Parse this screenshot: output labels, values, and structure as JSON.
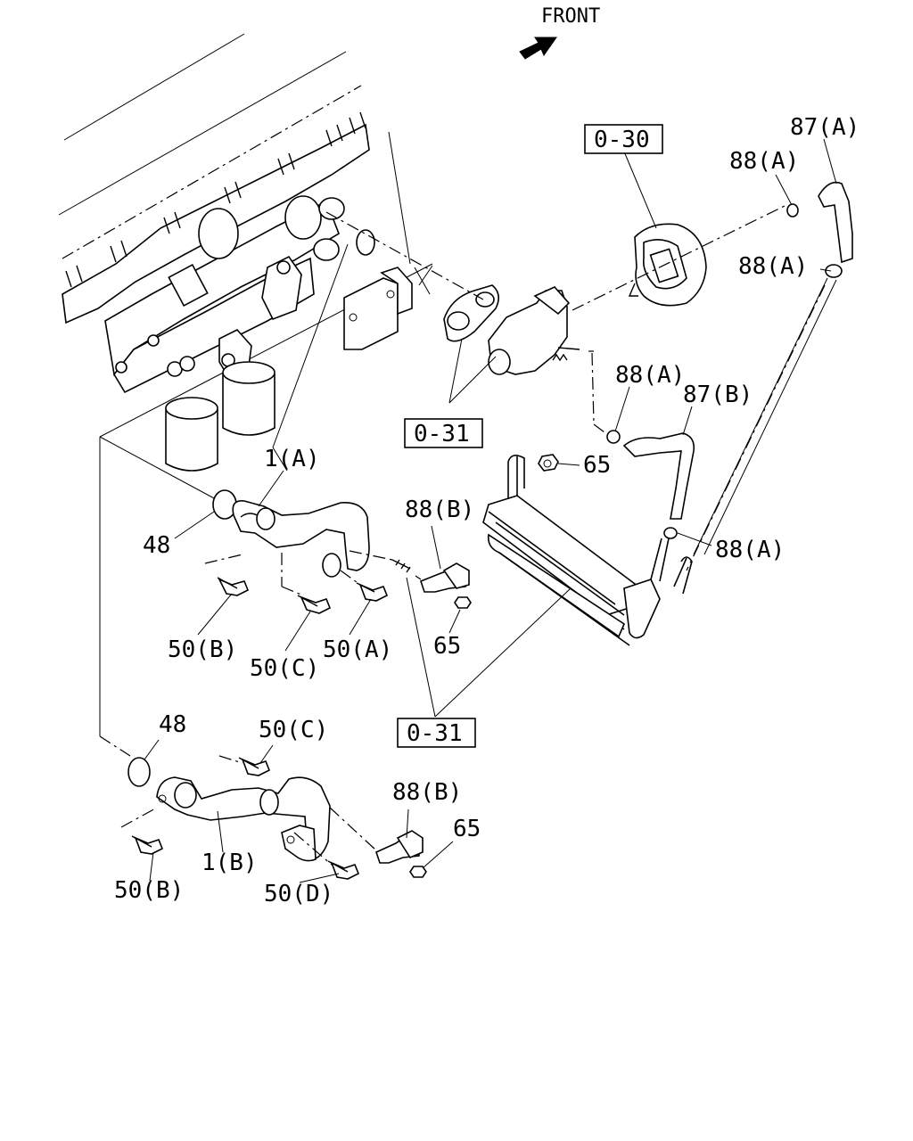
{
  "header": {
    "front_label": "FRONT"
  },
  "labels": {
    "ref_030": "0-30",
    "ref_031_top": "0-31",
    "ref_031_bottom": "0-31",
    "p87a": "87(A)",
    "p88a_1": "88(A)",
    "p88a_2": "88(A)",
    "p88a_3": "88(A)",
    "p88a_4": "88(A)",
    "p87b": "87(B)",
    "p65_1": "65",
    "p65_2": "65",
    "p65_3": "65",
    "p1a": "1(A)",
    "p48_1": "48",
    "p48_2": "48",
    "p88b_1": "88(B)",
    "p88b_2": "88(B)",
    "p50b_1": "50(B)",
    "p50b_2": "50(B)",
    "p50c_1": "50(C)",
    "p50c_2": "50(C)",
    "p50a": "50(A)",
    "p50d": "50(D)",
    "p1b": "1(B)"
  }
}
